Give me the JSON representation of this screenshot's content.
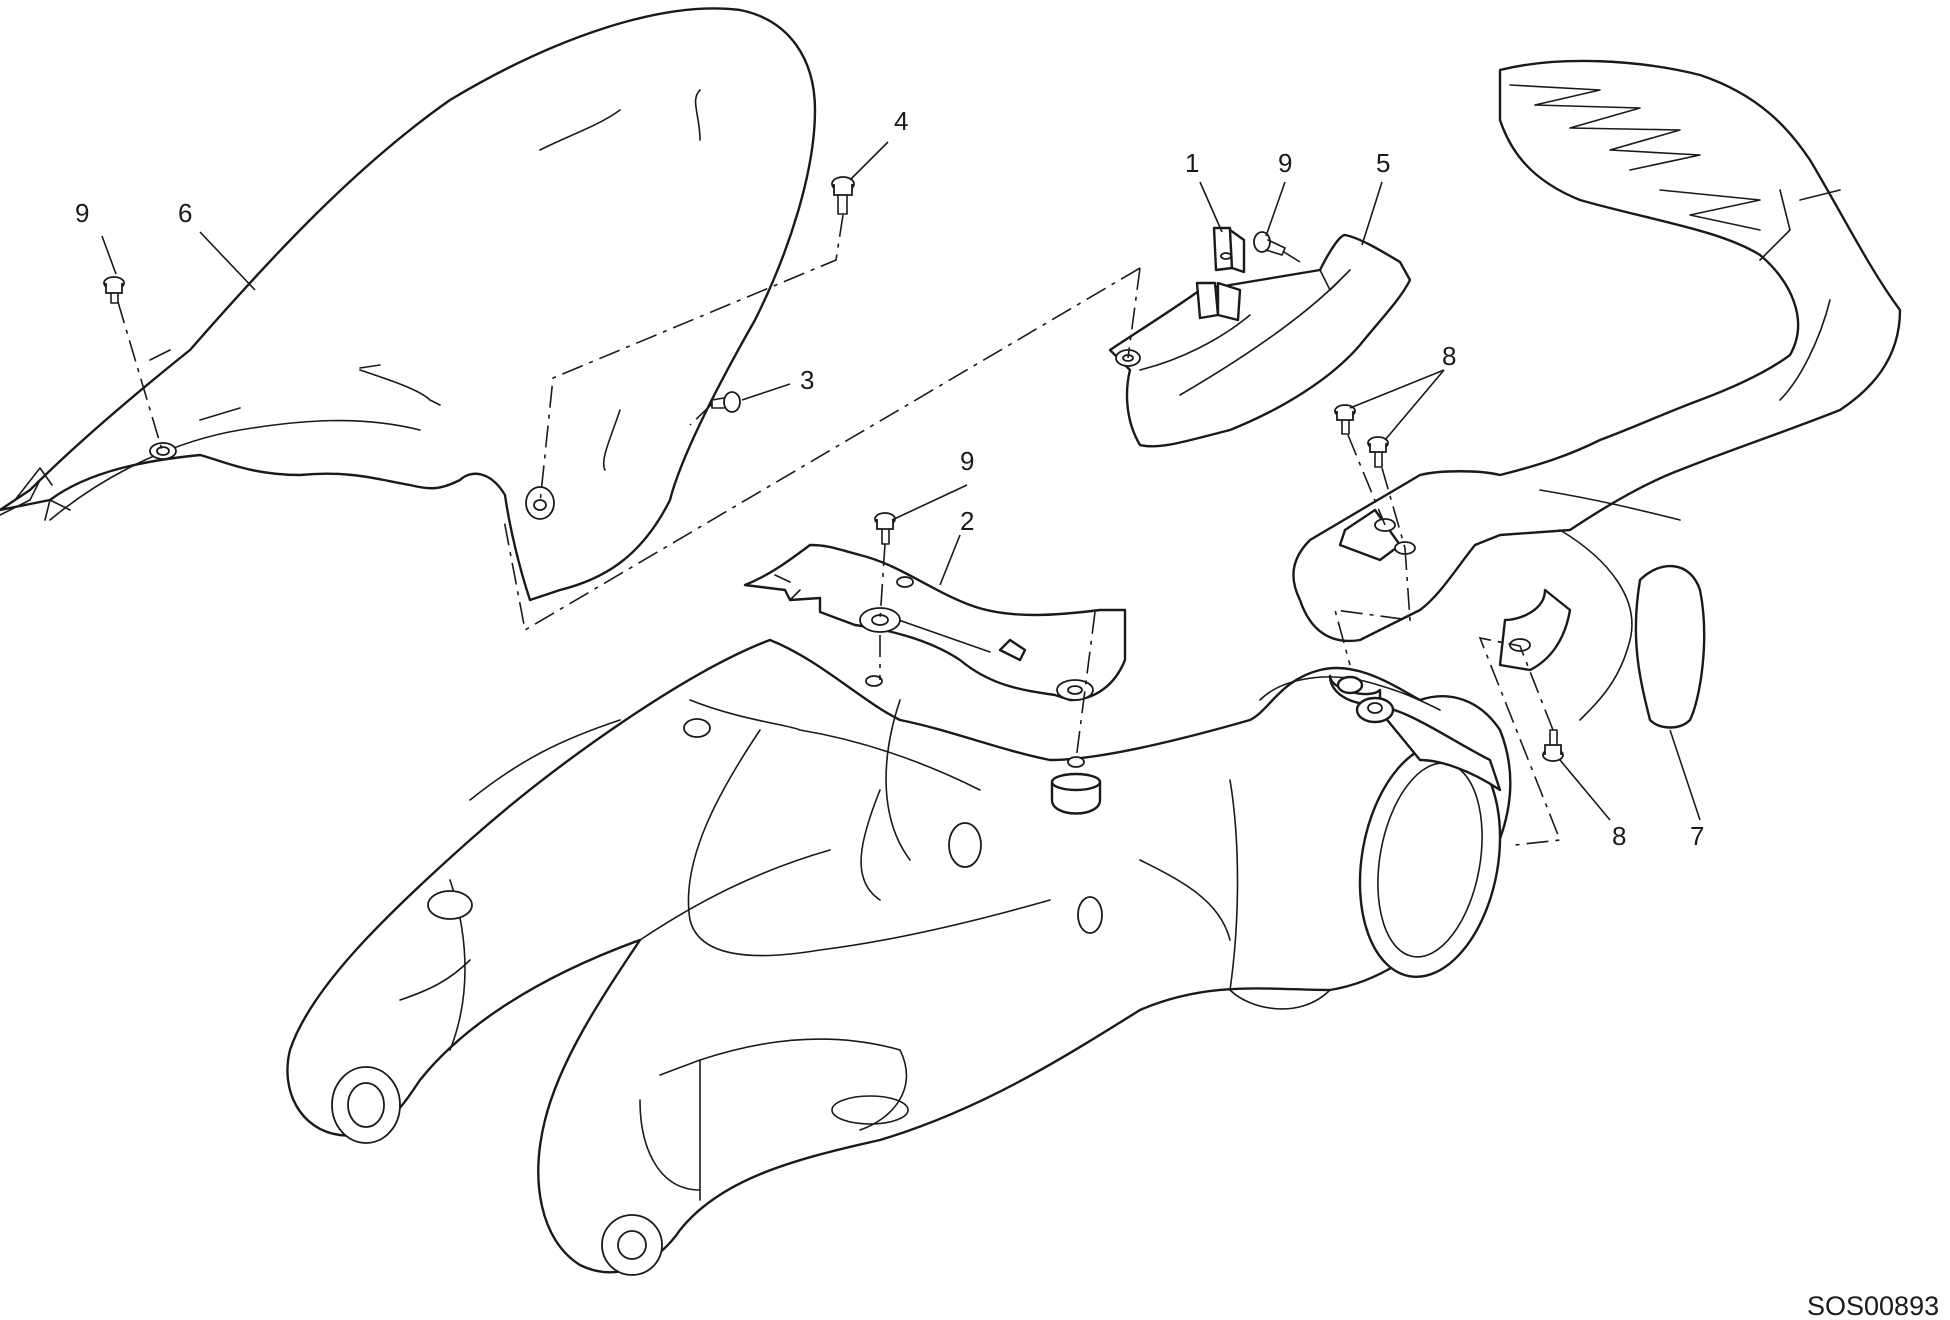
{
  "drawing_code": "SOS00893",
  "callouts": {
    "c1": "1",
    "c2": "2",
    "c3": "3",
    "c4": "4",
    "c5": "5",
    "c6": "6",
    "c7": "7",
    "c8a": "8",
    "c8b": "8",
    "c9a": "9",
    "c9b": "9",
    "c9c": "9"
  }
}
